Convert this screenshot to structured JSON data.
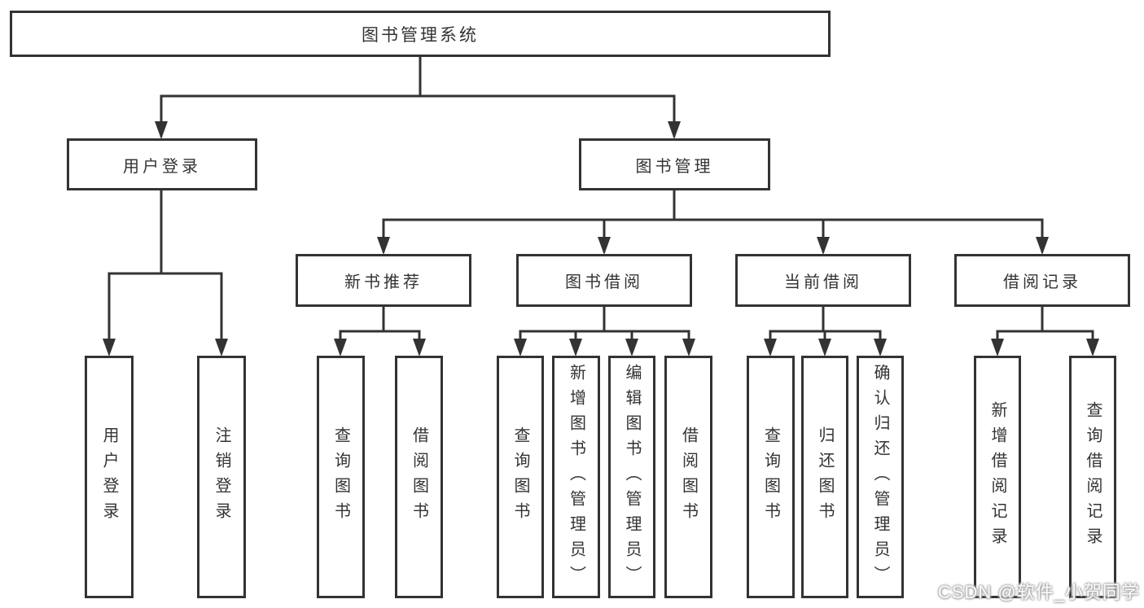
{
  "diagram": {
    "title": "图书管理系统",
    "level2": {
      "user_login": "用户登录",
      "book_mgmt": "图书管理"
    },
    "level3": {
      "new_book": "新书推荐",
      "borrow": "图书借阅",
      "current": "当前借阅",
      "records": "借阅记录"
    },
    "leaves": {
      "user_login": "用户登录",
      "logout": "注销登录",
      "nb_query": "查询图书",
      "nb_borrow": "借阅图书",
      "bw_query": "查询图书",
      "bw_add": "新增图书（管理员）",
      "bw_edit": "编辑图书（管理员）",
      "bw_borrow": "借阅图书",
      "cu_query": "查询图书",
      "cu_return": "归还图书",
      "cu_confirm": "确认归还（管理员）",
      "rc_add": "新增借阅记录",
      "rc_query": "查询借阅记录"
    }
  },
  "watermark": "CSDN @软件_小贺同学",
  "colors": {
    "line": "#333333",
    "text": "#333333",
    "background": "#ffffff"
  }
}
